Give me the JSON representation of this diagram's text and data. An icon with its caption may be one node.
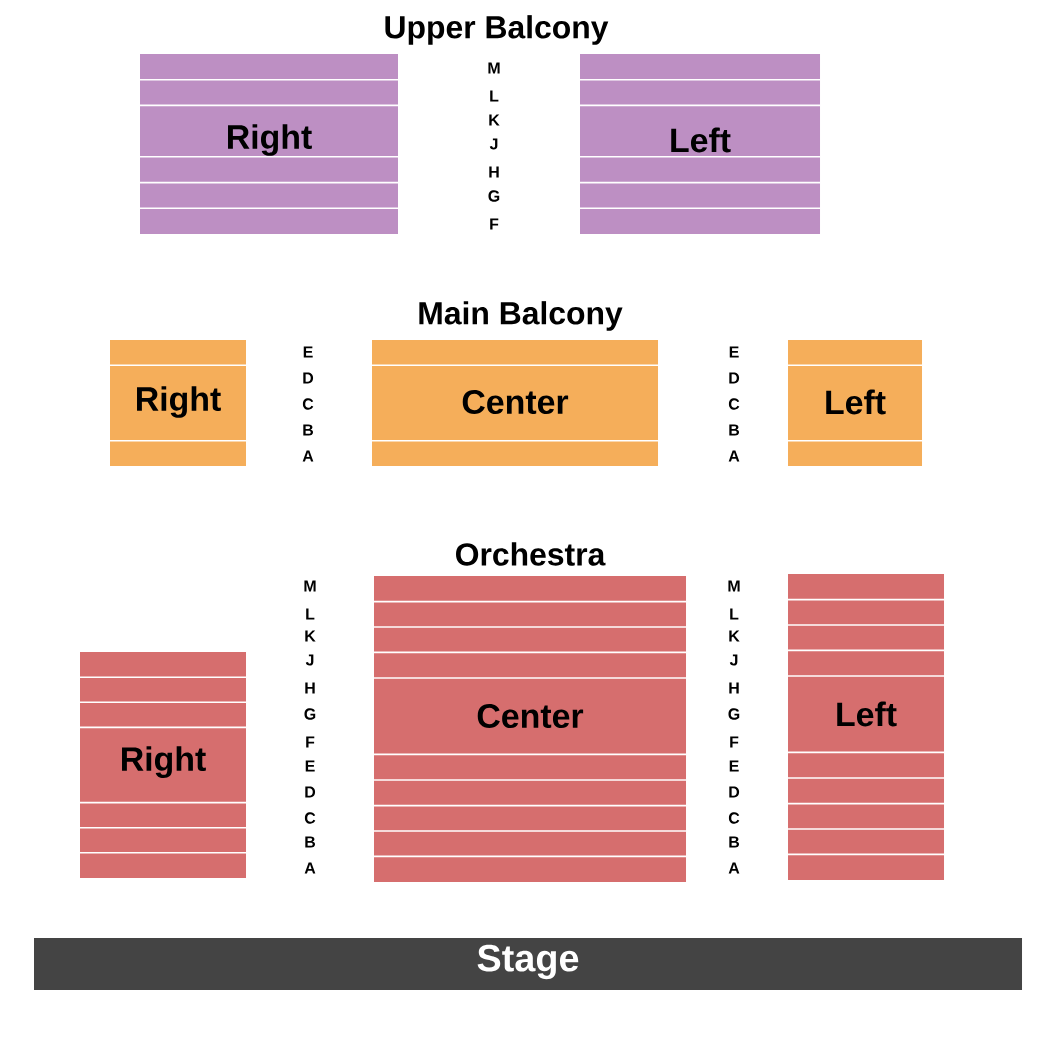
{
  "diagram": {
    "nodes": [
      {
        "text": [
          "Right"
        ]
      },
      {
        "text": [
          "Left"
        ]
      },
      {
        "text": [
          "Right"
        ]
      },
      {
        "text": [
          "Center"
        ]
      },
      {
        "text": [
          "Left"
        ]
      },
      {
        "text": [
          "Right"
        ]
      },
      {
        "text": [
          "Center"
        ]
      },
      {
        "text": [
          "Left"
        ]
      },
      {
        "text": [
          "Stage"
        ]
      }
    ],
    "labels": [
      "Upper Balcony",
      "M",
      "L",
      "K",
      "J",
      "H",
      "G",
      "F",
      "Main Balcony",
      "E",
      "D",
      "C",
      "B",
      "A",
      "E",
      "D",
      "C",
      "B",
      "A",
      "Orchestra",
      "M",
      "L",
      "K",
      "J",
      "H",
      "G",
      "F",
      "E",
      "D",
      "C",
      "B",
      "A",
      "M",
      "L",
      "K",
      "J",
      "H",
      "G",
      "F",
      "E",
      "D",
      "C",
      "B",
      "A"
    ]
  }
}
